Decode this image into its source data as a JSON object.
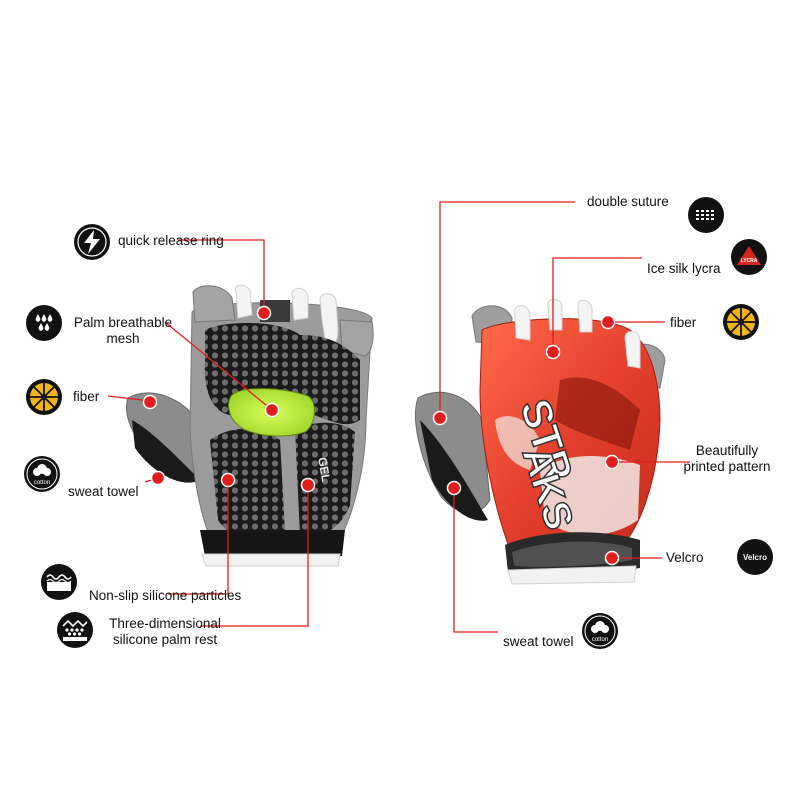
{
  "labels": {
    "quick_release_ring": "quick release ring",
    "palm_breathable_line1": "Palm breathable",
    "palm_breathable_line2": "mesh",
    "fiber_left": "fiber",
    "sweat_towel_left": "sweat towel",
    "non_slip": "Non-slip silicone particles",
    "three_dim_line1": "Three-dimensional",
    "three_dim_line2": "silicone palm rest",
    "double_suture": "double suture",
    "ice_silk_lycra": "Ice silk lycra",
    "fiber_right": "fiber",
    "printed_line1": "Beautifully",
    "printed_line2": "printed pattern",
    "velcro": "Velcro",
    "sweat_towel_right": "sweat towel"
  },
  "glove_print": {
    "gel": "GEL",
    "brand_top": "STR",
    "brand_bottom": "AKS"
  },
  "icon_badges": {
    "cotton": "cotton",
    "lycra": "LYCRA",
    "velcro": "Velcro"
  },
  "colors": {
    "leader_line": "#e21d1d",
    "icon_dark": "#111111",
    "fiber_yellow": "#f2b51b",
    "lycra_red": "#d3271f",
    "glove_grey": "#9b9b9b",
    "glove_red": "#e5402e",
    "gel_green": "#b7ec3a"
  }
}
